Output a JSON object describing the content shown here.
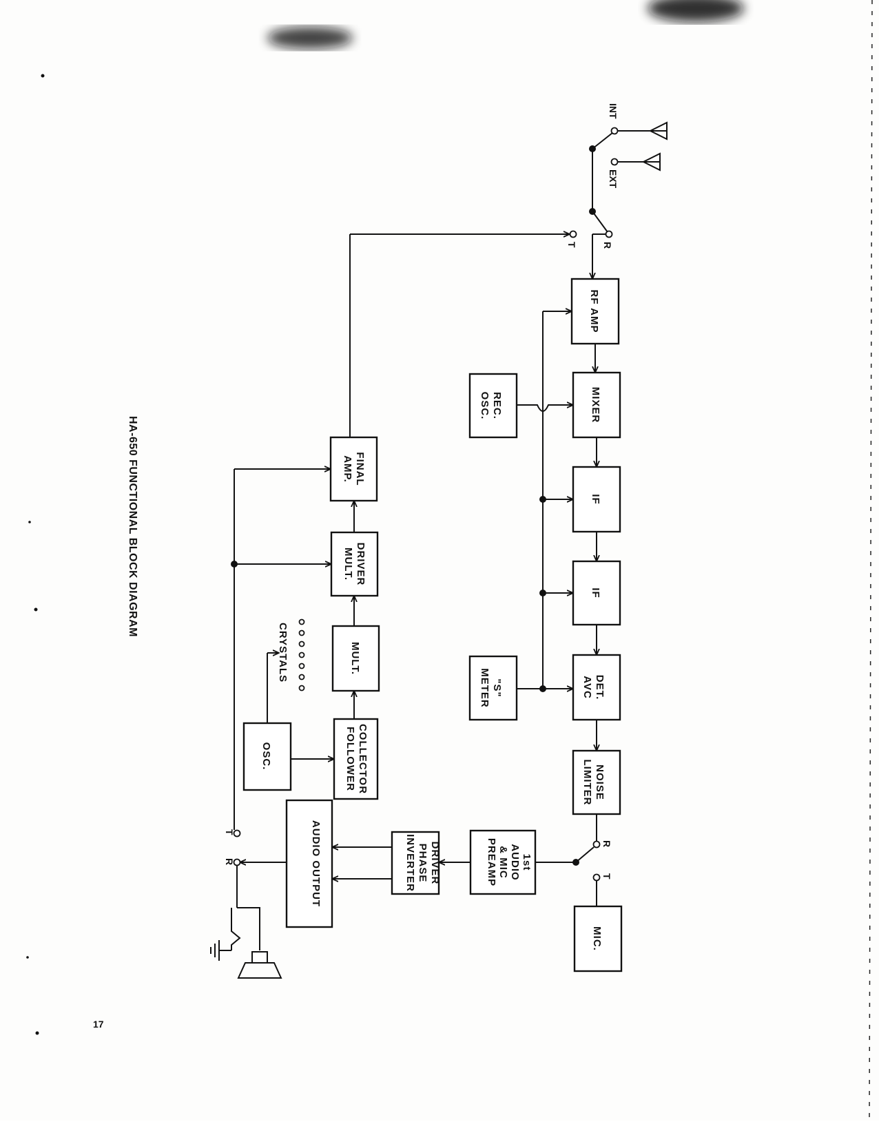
{
  "title": "HA-650  FUNCTIONAL BLOCK DIAGRAM",
  "page_number": "17",
  "blocks": {
    "rf_amp": [
      "RF AMP"
    ],
    "mixer": [
      "MIXER"
    ],
    "if1": [
      "IF"
    ],
    "if2": [
      "IF"
    ],
    "det_avc": [
      "DET.",
      "AVC"
    ],
    "noise_limiter": [
      "NOISE",
      "LIMITER"
    ],
    "mic": [
      "MIC."
    ],
    "rec_osc": [
      "REC.",
      "OSC."
    ],
    "s_meter": [
      "\"S\"",
      "METER"
    ],
    "audio_preamp": [
      "1st",
      "AUDIO",
      "& MIC",
      "PREAMP"
    ],
    "driver_phase_inverter": [
      "DRIVER",
      "PHASE",
      "INVERTER"
    ],
    "audio_output": [
      "AUDIO OUTPUT"
    ],
    "final_amp": [
      "FINAL",
      "AMP."
    ],
    "driver_mult": [
      "DRIVER",
      "MULT."
    ],
    "mult": [
      "MULT."
    ],
    "collector_follower": [
      "COLLECTOR",
      "FOLLOWER"
    ],
    "osc": [
      "OSC."
    ]
  },
  "labels": {
    "int": "INT",
    "ext": "EXT",
    "r": "R",
    "t": "T",
    "crystals": "CRYSTALS"
  }
}
